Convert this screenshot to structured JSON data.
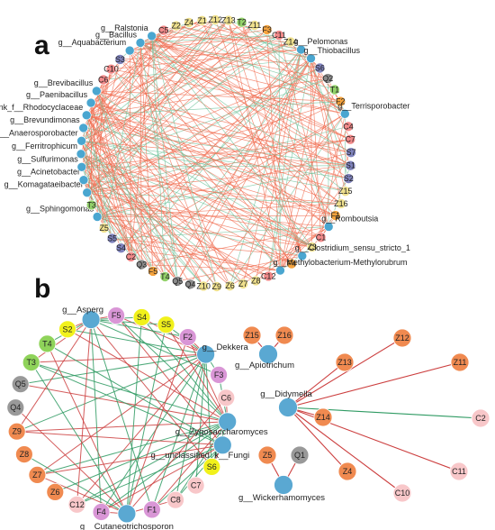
{
  "colors": {
    "positive": "#f06a4c",
    "negative": "#6cc29a",
    "b_positive": "#cc3f3f",
    "b_negative": "#2e9a62",
    "bacteria": "#4aa6d0",
    "otu_S": "#7f83bd",
    "otu_Q": "#8b8b8b",
    "otu_C": "#f28a8a",
    "otu_F": "#f5a33d",
    "otu_Z": "#efe08d",
    "otu_T": "#93d26a",
    "b_fungi": "#5aa8d2",
    "b_Z": "#f08a50",
    "b_C": "#f8c7c9",
    "b_F": "#d996d6",
    "b_S": "#f1f11b",
    "b_T": "#8fd35a",
    "b_Q": "#999999"
  },
  "panels": {
    "a": {
      "letter": "a",
      "nodes": [
        {
          "id": "Z2",
          "group": "otu_Z"
        },
        {
          "id": "Z4",
          "group": "otu_Z"
        },
        {
          "id": "Z1",
          "group": "otu_Z"
        },
        {
          "id": "Z12",
          "group": "otu_Z"
        },
        {
          "id": "Z13",
          "group": "otu_Z"
        },
        {
          "id": "T2",
          "group": "otu_T"
        },
        {
          "id": "Z11",
          "group": "otu_Z"
        },
        {
          "id": "F3",
          "group": "otu_F"
        },
        {
          "id": "C11",
          "group": "otu_C"
        },
        {
          "id": "Z14",
          "group": "otu_Z"
        },
        {
          "id": "g__Pelomonas",
          "group": "bacteria",
          "label": true
        },
        {
          "id": "g__Thiobacillus",
          "group": "bacteria",
          "label": true
        },
        {
          "id": "S6",
          "group": "otu_S"
        },
        {
          "id": "Q2",
          "group": "otu_Q"
        },
        {
          "id": "T1",
          "group": "otu_T"
        },
        {
          "id": "F2",
          "group": "otu_F"
        },
        {
          "id": "g__Terrisporobacter",
          "group": "bacteria",
          "label": true
        },
        {
          "id": "C4",
          "group": "otu_C"
        },
        {
          "id": "C7",
          "group": "otu_C"
        },
        {
          "id": "S7",
          "group": "otu_S"
        },
        {
          "id": "S1",
          "group": "otu_S"
        },
        {
          "id": "S2",
          "group": "otu_S"
        },
        {
          "id": "Z15",
          "group": "otu_Z"
        },
        {
          "id": "Z16",
          "group": "otu_Z"
        },
        {
          "id": "F1",
          "group": "otu_F"
        },
        {
          "id": "g__Romboutsia",
          "group": "bacteria",
          "label": true
        },
        {
          "id": "C1",
          "group": "otu_C"
        },
        {
          "id": "Z3",
          "group": "otu_Z"
        },
        {
          "id": "g__Clostridium_sensu_stricto_1",
          "group": "bacteria",
          "label": true
        },
        {
          "id": "F4",
          "group": "otu_F"
        },
        {
          "id": "g__Methylobacterium-Methylorubrum",
          "group": "bacteria",
          "label": true
        },
        {
          "id": "C12",
          "group": "otu_C"
        },
        {
          "id": "Z8",
          "group": "otu_Z"
        },
        {
          "id": "Z7",
          "group": "otu_Z"
        },
        {
          "id": "Z6",
          "group": "otu_Z"
        },
        {
          "id": "Z9",
          "group": "otu_Z"
        },
        {
          "id": "Z10",
          "group": "otu_Z"
        },
        {
          "id": "Q4",
          "group": "otu_Q"
        },
        {
          "id": "Q5",
          "group": "otu_Q"
        },
        {
          "id": "T4",
          "group": "otu_T"
        },
        {
          "id": "F5",
          "group": "otu_F"
        },
        {
          "id": "Q3",
          "group": "otu_Q"
        },
        {
          "id": "C2",
          "group": "otu_C"
        },
        {
          "id": "S4",
          "group": "otu_S"
        },
        {
          "id": "S5",
          "group": "otu_S"
        },
        {
          "id": "Z5",
          "group": "otu_Z"
        },
        {
          "id": "g__Sphingomonas",
          "group": "bacteria",
          "label": true
        },
        {
          "id": "T3",
          "group": "otu_T"
        },
        {
          "id": "g__Komagataeibacter",
          "group": "bacteria",
          "label": true
        },
        {
          "id": "g__Acinetobacter",
          "group": "bacteria",
          "label": true
        },
        {
          "id": "g__Sulfurimonas",
          "group": "bacteria",
          "label": true
        },
        {
          "id": "g__Ferritrophicum",
          "group": "bacteria",
          "label": true
        },
        {
          "id": "g__Anaerosporobacter",
          "group": "bacteria",
          "label": true
        },
        {
          "id": "g__Brevundimonas",
          "group": "bacteria",
          "label": true
        },
        {
          "id": "g__norank_f__Rhodocyclaceae",
          "group": "bacteria",
          "label": true
        },
        {
          "id": "g__Paenibacillus",
          "group": "bacteria",
          "label": true
        },
        {
          "id": "g__Brevibacillus",
          "group": "bacteria",
          "label": true
        },
        {
          "id": "C6",
          "group": "otu_C"
        },
        {
          "id": "C10",
          "group": "otu_C"
        },
        {
          "id": "S3",
          "group": "otu_S"
        },
        {
          "id": "g__Aquabacterium",
          "group": "bacteria",
          "label": true
        },
        {
          "id": "g__Bacillus",
          "group": "bacteria",
          "label": true
        },
        {
          "id": "g__Ralstonia",
          "group": "bacteria",
          "label": true
        },
        {
          "id": "C5",
          "group": "otu_C"
        }
      ]
    },
    "b": {
      "letter": "b",
      "cluster1": {
        "nodes": [
          {
            "id": "F5",
            "group": "b_F"
          },
          {
            "id": "S4",
            "group": "b_S"
          },
          {
            "id": "S5",
            "group": "b_S"
          },
          {
            "id": "F2",
            "group": "b_F"
          },
          {
            "id": "g__Dekkera",
            "group": "b_fungi",
            "taxon": true
          },
          {
            "id": "F3",
            "group": "b_F"
          },
          {
            "id": "C6",
            "group": "b_C"
          },
          {
            "id": "g__Zygosaccharomyces",
            "group": "b_fungi",
            "taxon": true
          },
          {
            "id": "g__unclassified_k__Fungi",
            "group": "b_fungi",
            "taxon": true
          },
          {
            "id": "S6",
            "group": "b_S"
          },
          {
            "id": "C7",
            "group": "b_C"
          },
          {
            "id": "C8",
            "group": "b_C"
          },
          {
            "id": "F1",
            "group": "b_F"
          },
          {
            "id": "g__Cutaneotrichosporon",
            "group": "b_fungi",
            "taxon": true
          },
          {
            "id": "F4",
            "group": "b_F"
          },
          {
            "id": "C12",
            "group": "b_C"
          },
          {
            "id": "Z6",
            "group": "b_Z"
          },
          {
            "id": "Z7",
            "group": "b_Z"
          },
          {
            "id": "Z8",
            "group": "b_Z"
          },
          {
            "id": "Z9",
            "group": "b_Z"
          },
          {
            "id": "Q4",
            "group": "b_Q"
          },
          {
            "id": "Q5",
            "group": "b_Q"
          },
          {
            "id": "T3",
            "group": "b_T"
          },
          {
            "id": "T4",
            "group": "b_T"
          },
          {
            "id": "S2",
            "group": "b_S"
          },
          {
            "id": "g__Asperg",
            "group": "b_fungi",
            "taxon": true
          }
        ]
      },
      "cluster2": {
        "center": "g__Didymella",
        "leaves": [
          "Z12",
          "Z11",
          "C2",
          "C11",
          "C10",
          "Z4",
          "Z14",
          "Z13"
        ]
      },
      "cluster3": {
        "center": "g__Apiotrichum",
        "leaves": [
          "Z15",
          "Z16"
        ]
      },
      "cluster4": {
        "center": "g__Wickerhamomyces",
        "leaves": [
          "Z5",
          "Q1"
        ]
      }
    }
  }
}
